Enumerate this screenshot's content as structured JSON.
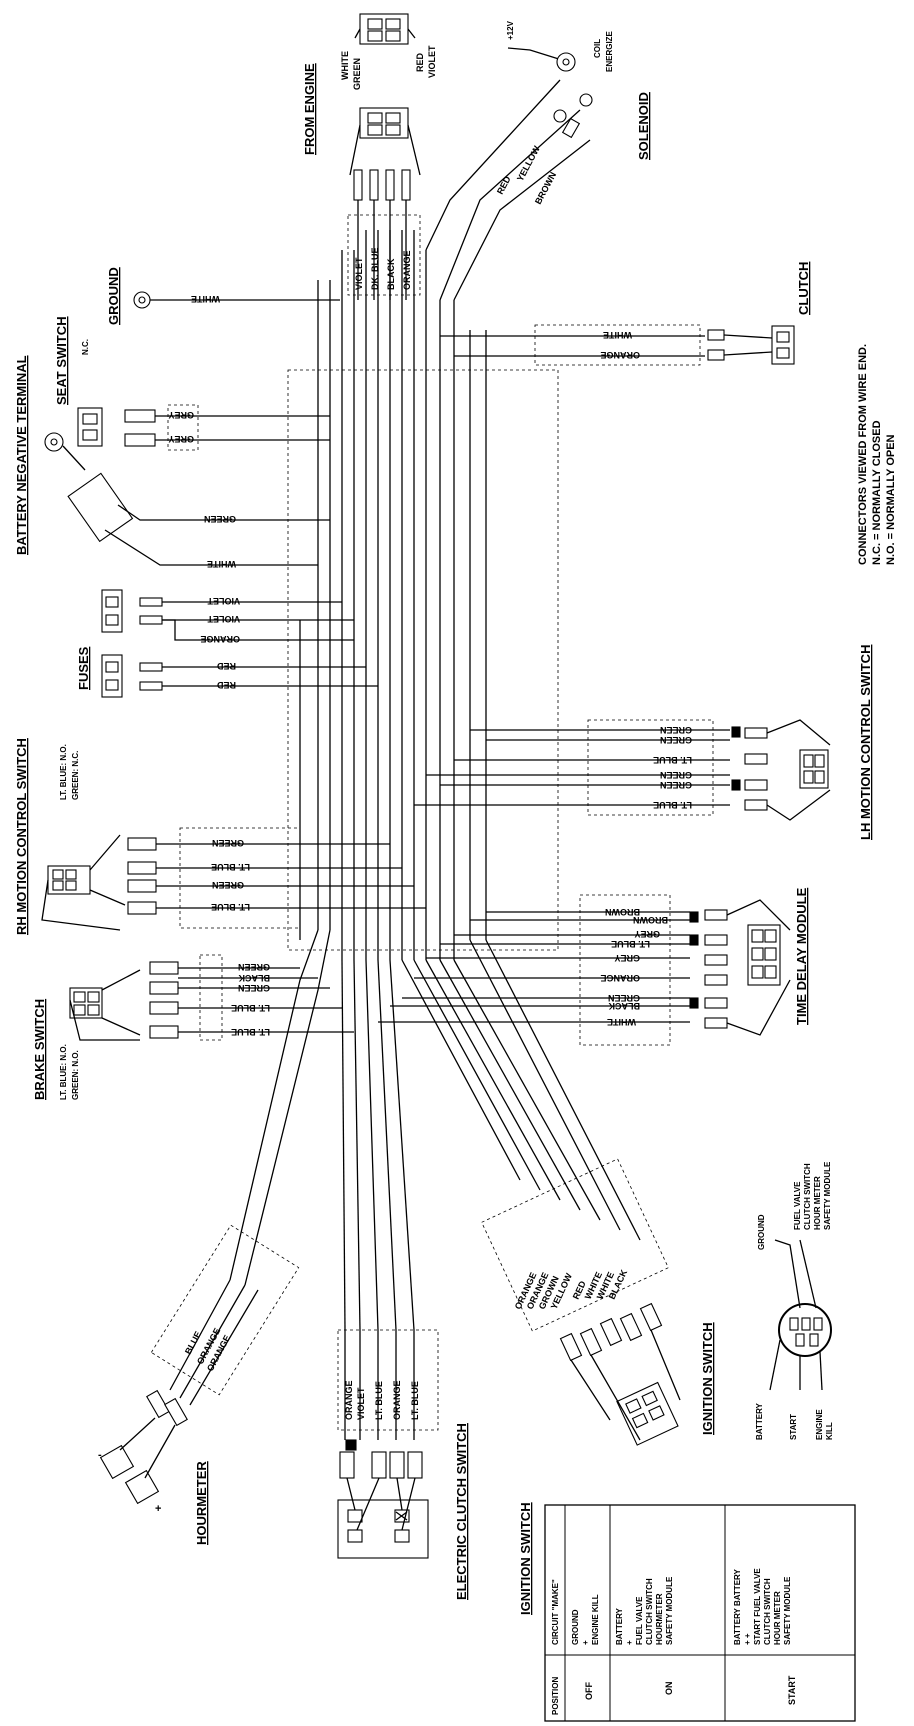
{
  "titles": {
    "from_engine": "FROM ENGINE",
    "solenoid": "SOLENOID",
    "ground": "GROUND",
    "clutch": "CLUTCH",
    "seat_switch": "SEAT SWITCH",
    "battery_negative": "BATTERY NEGATIVE TERMINAL",
    "fuses": "FUSES",
    "rh_motion": "RH MOTION CONTROL SWITCH",
    "lh_motion": "LH MOTION CONTROL SWITCH",
    "time_delay": "TIME DELAY MODULE",
    "brake_switch": "BRAKE SWITCH",
    "hourmeter": "HOURMETER",
    "electric_clutch": "ELECTRIC CLUTCH SWITCH",
    "ignition_switch": "IGNITION SWITCH",
    "ignition_table": "IGNITION SWITCH"
  },
  "notes": {
    "seat_nc": "N.C.",
    "connectors": "CONNECTORS VIEWED FROM WIRE END.",
    "nc": "N.C. = NORMALLY CLOSED",
    "no": "N.O. = NORMALLY OPEN",
    "rh_note1": "LT. BLUE: N.O.",
    "rh_note2": "GREEN: N.C.",
    "brake_note1": "LT. BLUE: N.O.",
    "brake_note2": "GREEN: N.O.",
    "plus12v": "+12V",
    "coil": "COIL",
    "energize": "ENERGIZE",
    "minus": "-",
    "plus": "+"
  },
  "engine_connector": {
    "white": "WHITE",
    "green": "GREEN",
    "red": "RED",
    "violet": "VIOLET"
  },
  "engine_wires": [
    "VIOLET",
    "DK. BLUE",
    "BLACK",
    "ORANGE"
  ],
  "solenoid_wires": [
    "RED",
    "YELLOW",
    "BROWN"
  ],
  "ground_wire": "WHITE",
  "clutch_wires": [
    "WHITE",
    "ORANGE"
  ],
  "seat_wires": [
    "GREY",
    "GREY"
  ],
  "battery_wires": [
    "GREEN",
    "WHITE"
  ],
  "fuse_wires": [
    "VIOLET",
    "VIOLET",
    "ORANGE",
    "RED",
    "RED"
  ],
  "rh_wires": [
    "GREEN",
    "LT. BLUE",
    "GREEN",
    "LT. BLUE"
  ],
  "lh_wires": [
    "GREEN",
    "GREEN",
    "LT. BLUE",
    "GREEN",
    "GREEN",
    "LT. BLUE"
  ],
  "tdm_wires": [
    "BROWN",
    "BROWN",
    "GREY",
    "LT. BLUE",
    "GREY",
    "ORANGE",
    "GREEN",
    "BLACK",
    "WHITE"
  ],
  "brake_wires": [
    "GREEN",
    "BLACK",
    "GREEN",
    "LT. BLUE",
    "LT. BLUE"
  ],
  "ignition_wires": [
    "ORANGE",
    "ORANGE",
    "GROWN",
    "YELLOW",
    "RED",
    "WHITE",
    "WHITE",
    "BLACK"
  ],
  "hourmeter_wires": [
    "BLUE",
    "ORANGE",
    "ORANGE"
  ],
  "clutch_switch_wires": [
    "ORANGE",
    "VIOLET",
    "LT. BLUE",
    "ORANGE",
    "LT. BLUE"
  ],
  "ignition_terminals": {
    "ground": "GROUND",
    "fuel_valve": "FUEL VALVE",
    "clutch_switch": "CLUTCH SWITCH",
    "hour_meter": "HOUR METER",
    "safety_module": "SAFETY MODULE",
    "battery": "BATTERY",
    "start": "START",
    "engine_kill_1": "ENGINE",
    "engine_kill_2": "KILL"
  },
  "ign_table": {
    "headers": [
      "POSITION",
      "CIRCUIT \"MAKE\""
    ],
    "rows": [
      {
        "position": "OFF",
        "lines": [
          "GROUND",
          "+",
          "ENGINE KILL"
        ]
      },
      {
        "position": "ON",
        "lines": [
          "BATTERY",
          "+",
          "FUEL VALVE",
          "CLUTCH SWITCH",
          "HOURMETER",
          "SAFETY MODULE"
        ]
      },
      {
        "position": "START",
        "lines": [
          "BATTERY BATTERY",
          "+            +",
          "START    FUEL VALVE",
          "              CLUTCH SWITCH",
          "              HOUR METER",
          "              SAFETY MODULE"
        ]
      }
    ]
  }
}
